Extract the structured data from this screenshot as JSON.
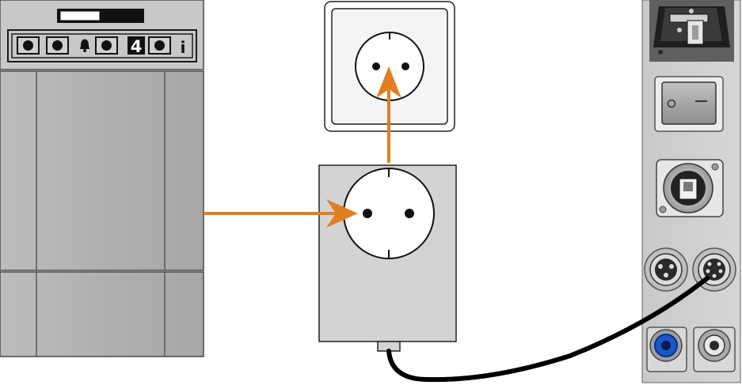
{
  "appliance": {
    "panel_digit": "4",
    "info_glyph": "i",
    "panel_icons": [
      "button-icon",
      "button-icon",
      "bell-icon",
      "button-icon",
      "button-icon",
      "info-icon"
    ]
  },
  "connections": [
    {
      "from": "appliance",
      "to": "adapter-socket",
      "kind": "arrow"
    },
    {
      "from": "adapter",
      "to": "wall-socket",
      "kind": "arrow"
    },
    {
      "from": "adapter-cable",
      "to": "rear-panel-circular-connector-right",
      "kind": "cable"
    }
  ],
  "colors": {
    "arrow": "#e07f24",
    "cable": "#000000",
    "appliance_body": "#b5b5b5",
    "adapter_body": "#d3d3d3",
    "rear_panel": "#d0d0d0",
    "blue_port": "#1b56c8"
  }
}
